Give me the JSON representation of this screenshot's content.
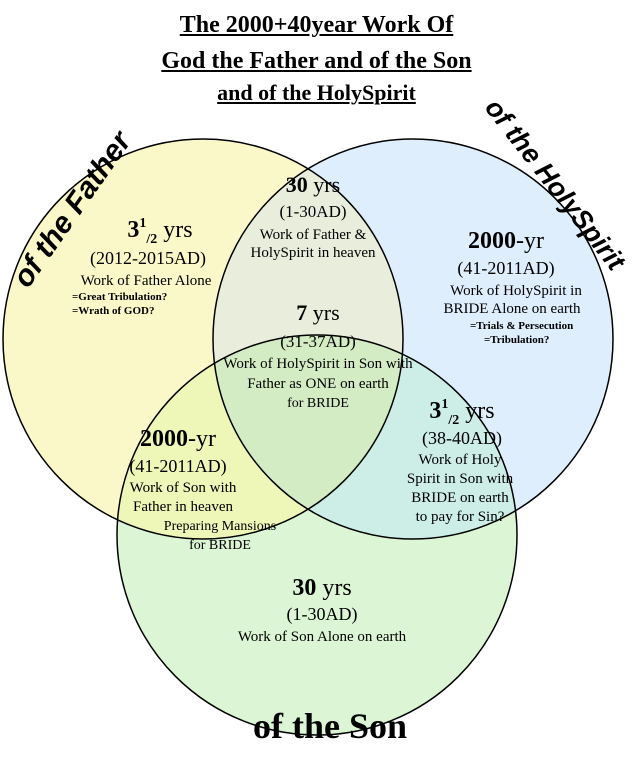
{
  "title": {
    "line1": "The 2000+40year Work Of",
    "line2": "God the Father and of the Son",
    "line3": "and of the HolySpirit"
  },
  "circle_labels": {
    "father": "of the Father",
    "holyspirit": "of the HolySpirit",
    "son": "of the Son"
  },
  "colors": {
    "father_fill": "#faf8c8",
    "holyspirit_fill": "#dfeefc",
    "son_fill": "#dcf5d4",
    "father_son": "#eef6b8",
    "holyspirit_son": "#cdeee6",
    "father_holyspirit": "#e9eedc",
    "center": "#d4ecc4"
  },
  "regions": {
    "top": {
      "years_num": "30",
      "years_unit": " yrs",
      "range": "(1-30AD)",
      "desc1": "Work of Father &",
      "desc2": "HolySpirit in heaven"
    },
    "father_only": {
      "years_num": "3",
      "years_sup": "1",
      "years_sub": "/2",
      "years_unit": " yrs",
      "range": "(2012-2015AD)",
      "desc1": "Work of Father Alone",
      "note1": "=Great Tribulation?",
      "note2": "=Wrath of GOD?"
    },
    "holyspirit_only": {
      "years_num": "2000",
      "years_unit": "-yr",
      "range": "(41-2011AD)",
      "desc1": "Work of HolySpirit in",
      "desc2": "BRIDE Alone on earth",
      "note1": "=Trials & Persecution",
      "note2": "=Tribulation?"
    },
    "center": {
      "years_num": "7",
      "years_unit": " yrs",
      "range": "(31-37AD)",
      "desc1": "Work of HolySpirit in Son with",
      "desc2": "Father as ONE on earth",
      "desc3": "for BRIDE"
    },
    "father_son": {
      "years_num": "2000",
      "years_unit": "-yr",
      "range": "(41-2011AD)",
      "desc1": "Work of Son with",
      "desc2": "Father in heaven",
      "desc3": "Preparing Mansions",
      "desc4": "for BRIDE"
    },
    "holyspirit_son": {
      "years_num": "3",
      "years_sup": "1",
      "years_sub": "/2",
      "years_unit": " yrs",
      "range": "(38-40AD)",
      "desc1": "Work of Holy",
      "desc2": "Spirit in Son with",
      "desc3": "BRIDE on earth",
      "desc4": "to pay for Sin?"
    },
    "son_only": {
      "years_num": "30",
      "years_unit": " yrs",
      "range": "(1-30AD)",
      "desc1": "Work of Son Alone on earth"
    }
  }
}
